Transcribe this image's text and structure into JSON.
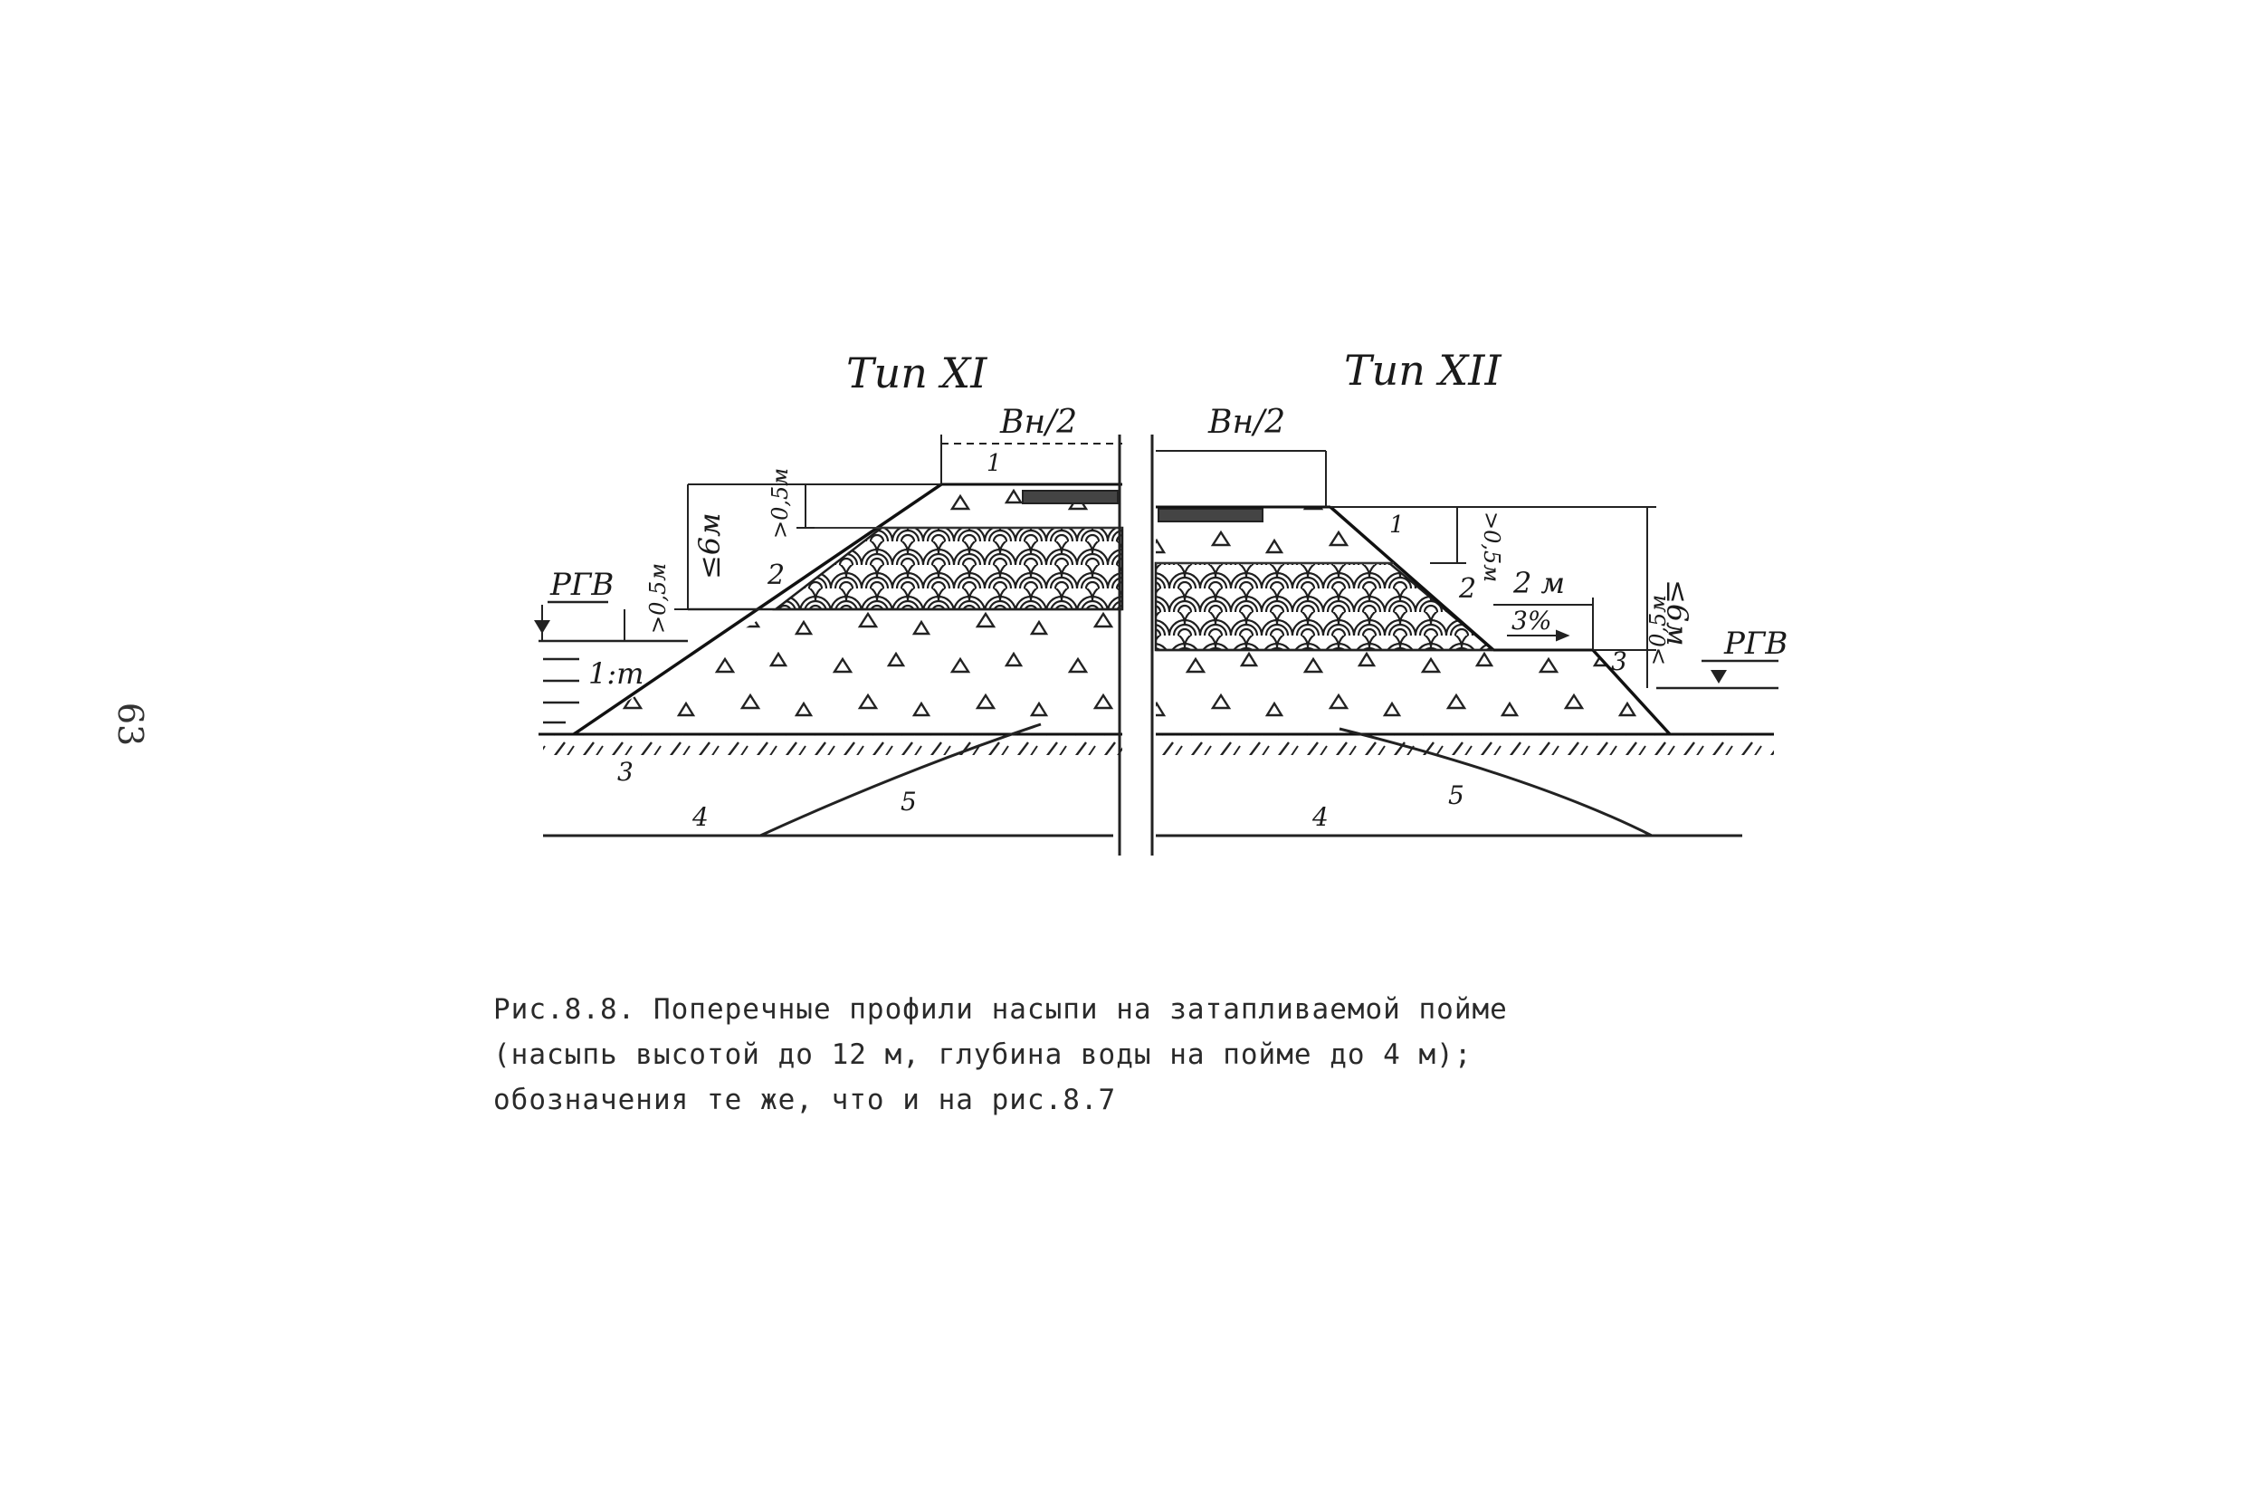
{
  "page_number": "63",
  "left_profile": {
    "title": "Тип XI",
    "width_label": "Вн/2",
    "top_layer_label": ">0,5м",
    "height_label": "≤6м",
    "water_depth_label": ">0,5м",
    "water_level_label": "РГВ",
    "slope_label": "1:m",
    "callouts": {
      "c1": "1",
      "c2": "2",
      "c3": "3",
      "c4": "4",
      "c5": "5"
    }
  },
  "right_profile": {
    "title": "Тип XII",
    "width_label": "Вн/2",
    "top_layer_label": ">0,5м",
    "berm_width_label": "2 м",
    "berm_slope_label": "3%",
    "height_label": "≤6м",
    "water_depth_label": ">0,5м",
    "water_level_label": "РГВ",
    "callouts": {
      "c1": "1",
      "c2": "2",
      "c3": "3",
      "c4": "4",
      "c5": "5"
    }
  },
  "caption": {
    "line1": "Рис.8.8. Поперечные профили насыпи на затапливаемой пойме",
    "line2": "(насыпь высотой до 12 м, глубина воды на пойме до 4 м);",
    "line3": "обозначения те же, что и на рис.8.7"
  }
}
